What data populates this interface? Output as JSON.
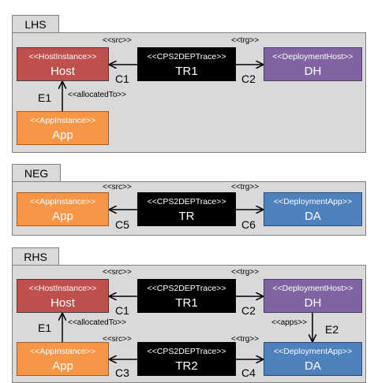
{
  "lhs": {
    "tab": "LHS",
    "host": {
      "stereotype": "<<HostInstance>>",
      "name": "Host"
    },
    "trace": {
      "stereotype": "<<CPS2DEPTrace>>",
      "name": "TR1"
    },
    "dh": {
      "stereotype": "<<DeploymentHost>>",
      "name": "DH"
    },
    "app": {
      "stereotype": "<<AppInstance>>",
      "name": "App"
    },
    "src_label": "<<src>>",
    "trg_label": "<<trg>>",
    "c1": "C1",
    "c2": "C2",
    "e1": "E1",
    "allocated_label": "<<allocatedTo>>"
  },
  "neg": {
    "tab": "NEG",
    "app": {
      "stereotype": "<<AppInstance>>",
      "name": "App"
    },
    "trace": {
      "stereotype": "<<CPS2DEPTrace>>",
      "name": "TR"
    },
    "da": {
      "stereotype": "<<DeploymentApp>>",
      "name": "DA"
    },
    "src_label": "<<src>>",
    "trg_label": "<<trg>>",
    "c5": "C5",
    "c6": "C6"
  },
  "rhs": {
    "tab": "RHS",
    "host": {
      "stereotype": "<<HostInstance>>",
      "name": "Host"
    },
    "trace1": {
      "stereotype": "<<CPS2DEPTrace>>",
      "name": "TR1"
    },
    "dh": {
      "stereotype": "<<DeploymentHost>>",
      "name": "DH"
    },
    "app": {
      "stereotype": "<<AppInstance>>",
      "name": "App"
    },
    "trace2": {
      "stereotype": "<<CPS2DEPTrace>>",
      "name": "TR2"
    },
    "da": {
      "stereotype": "<<DeploymentApp>>",
      "name": "DA"
    },
    "src_label": "<<src>>",
    "trg_label": "<<trg>>",
    "src_label2": "<<src>>",
    "trg_label2": "<<trg>>",
    "c1": "C1",
    "c2": "C2",
    "c3": "C3",
    "c4": "C4",
    "e1": "E1",
    "e2": "E2",
    "allocated_label": "<<allocatedTo>>",
    "apps_label": "<<apps>>"
  }
}
